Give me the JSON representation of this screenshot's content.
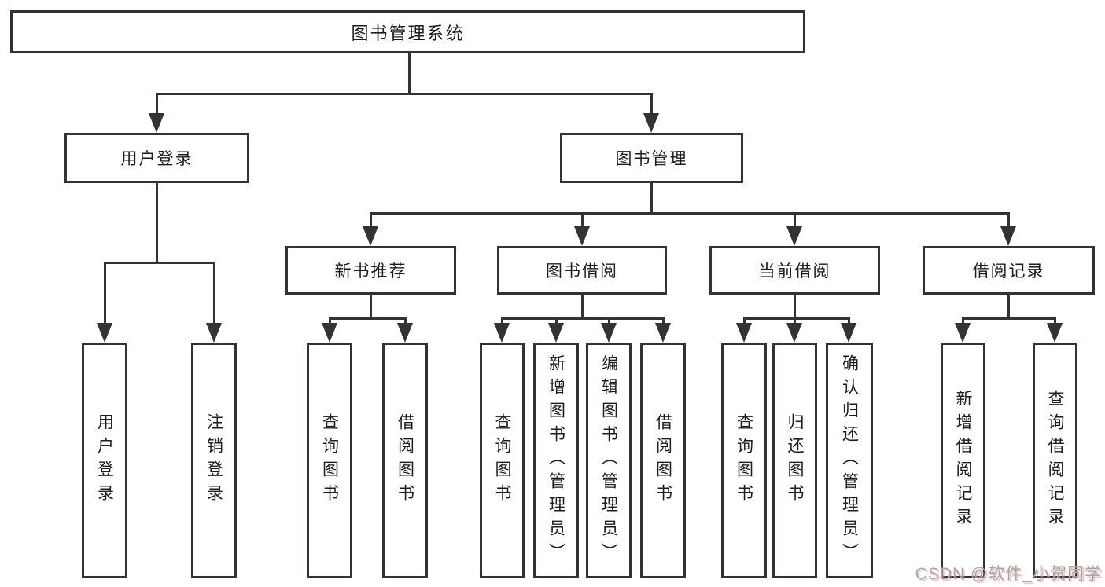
{
  "root": {
    "label": "图书管理系统"
  },
  "branches": [
    {
      "label": "用户登录",
      "children": [
        {
          "label": "用户登录"
        },
        {
          "label": "注销登录"
        }
      ]
    },
    {
      "label": "图书管理",
      "children": [
        {
          "label": "新书推荐",
          "children": [
            {
              "label": "查询图书"
            },
            {
              "label": "借阅图书"
            }
          ]
        },
        {
          "label": "图书借阅",
          "children": [
            {
              "label": "查询图书"
            },
            {
              "label": "新增图书（管理员）"
            },
            {
              "label": "编辑图书（管理员）"
            },
            {
              "label": "借阅图书"
            }
          ]
        },
        {
          "label": "当前借阅",
          "children": [
            {
              "label": "查询图书"
            },
            {
              "label": "归还图书"
            },
            {
              "label": "确认归还（管理员）"
            }
          ]
        },
        {
          "label": "借阅记录",
          "children": [
            {
              "label": "新增借阅记录"
            },
            {
              "label": "查询借阅记录"
            }
          ]
        }
      ]
    }
  ],
  "watermark": "CSDN @软件_小贺同学",
  "colors": {
    "line": "#333333",
    "text": "#1d1d1d",
    "background": "#ffffff",
    "watermark_gray": "#a6a6a6",
    "watermark_shadow": "#de8282"
  }
}
